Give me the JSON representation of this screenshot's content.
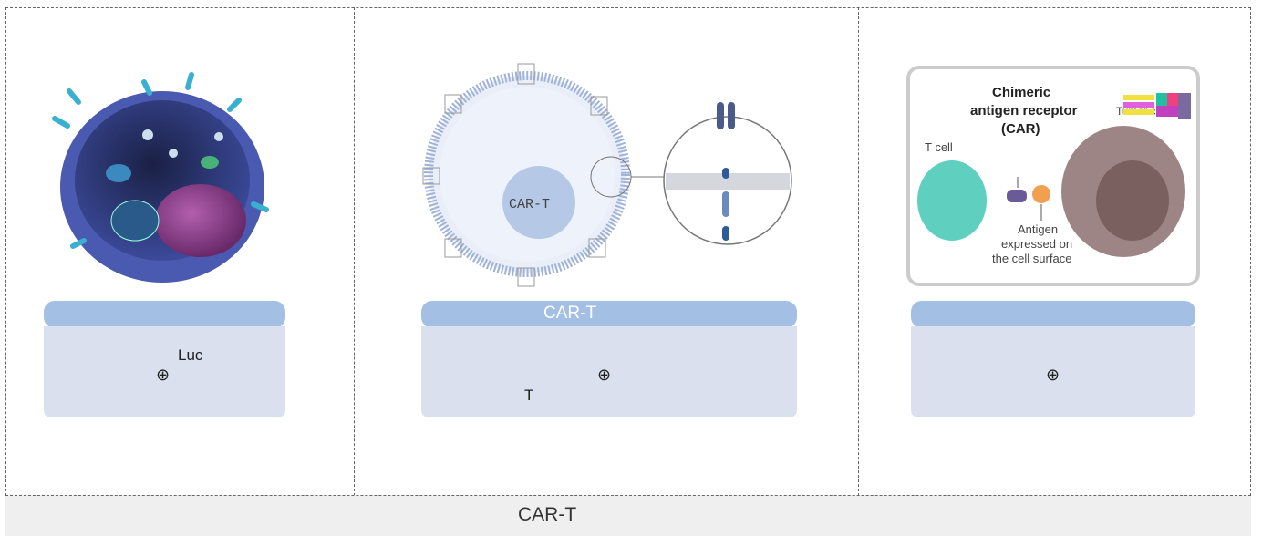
{
  "footer": {
    "caption": "CAR-T"
  },
  "panels": [
    {
      "card": {
        "title": "",
        "note": "Luc",
        "symbol": "⊕"
      }
    },
    {
      "figure": {
        "cell_label": "CAR-T"
      },
      "card": {
        "title": "CAR-T",
        "note": "T",
        "symbol": "⊕"
      }
    },
    {
      "figure": {
        "label_receptor_line1": "Chimeric",
        "label_receptor_line2": "antigen receptor",
        "label_receptor_line3": "(CAR)",
        "label_tcell": "T cell",
        "label_tumor": "Tumor cell",
        "label_antigen_line1": "Antigen",
        "label_antigen_line2": "expressed on",
        "label_antigen_line3": "the cell surface"
      },
      "card": {
        "title": "",
        "symbol": "⊕"
      }
    }
  ],
  "colors": {
    "card_header": "#a3bfe3",
    "card_body": "#dbe0ee",
    "cell_dark": "#2f3d7a",
    "nucleus": "#8a3a8a",
    "tcell": "#5fd0c0",
    "tumor": "#9c8584"
  }
}
